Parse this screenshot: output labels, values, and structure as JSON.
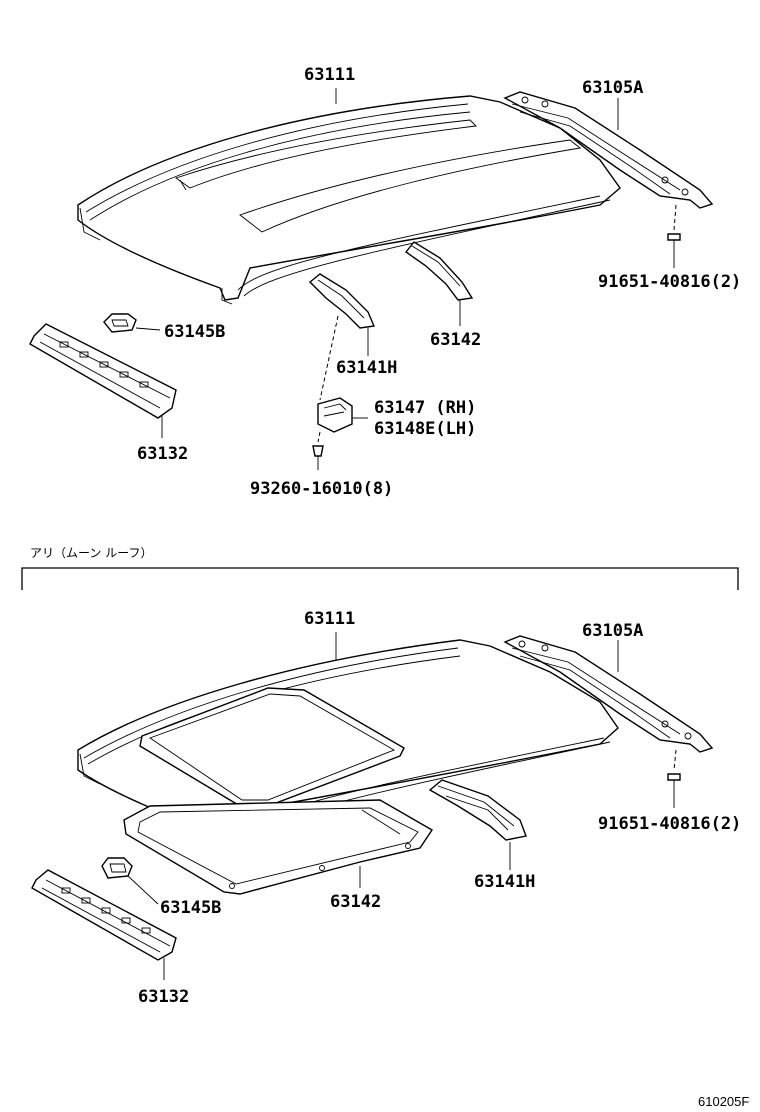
{
  "diagram": {
    "top_section": {
      "labels": {
        "roof_panel": "63111",
        "roof_side_rail": "63105A",
        "bolt": "91651-40816(2)",
        "roof_bow_rear": "63142",
        "roof_bow_front": "63141H",
        "header_panel": "63132",
        "pad": "63145B",
        "bracket_rh": "63147 (RH)",
        "bracket_lh": "63148E(LH)",
        "clip": "93260-16010(8)"
      }
    },
    "section_note": "アリ（ムーン ルーフ）",
    "bottom_section": {
      "labels": {
        "roof_panel": "63111",
        "roof_side_rail": "63105A",
        "bolt": "91651-40816(2)",
        "roof_bow_rear": "63141H",
        "sunroof_frame": "63142",
        "pad": "63145B",
        "header_panel": "63132"
      }
    },
    "drawing_code": "610205F"
  }
}
